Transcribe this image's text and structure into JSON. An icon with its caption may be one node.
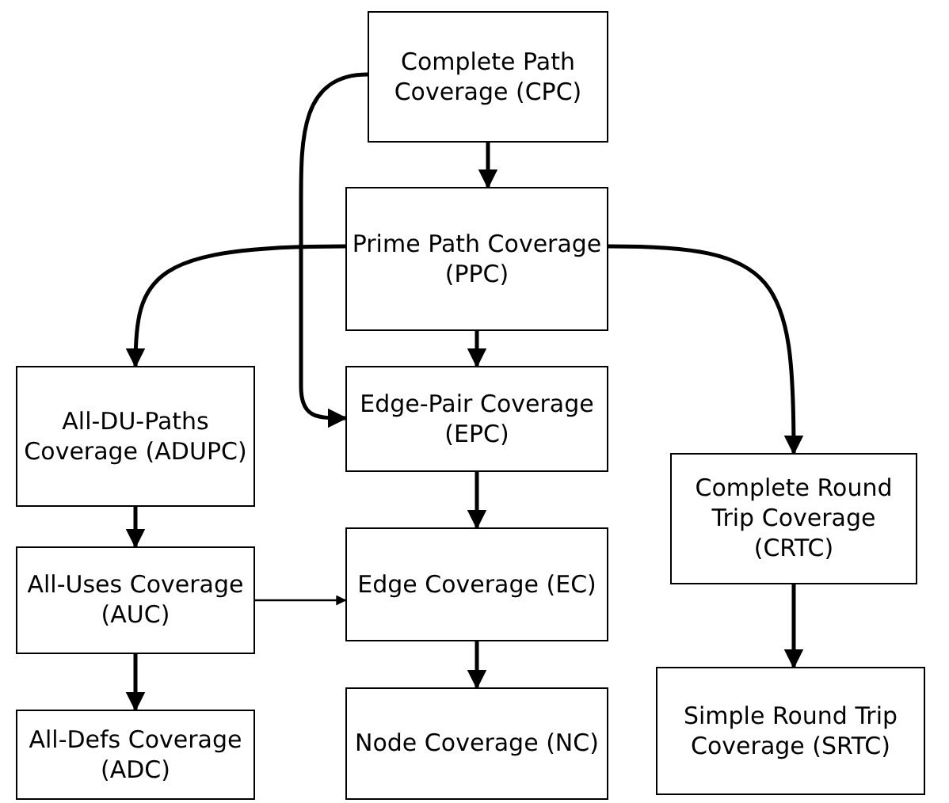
{
  "diagram": {
    "nodes": [
      {
        "text": [
          "Complete Path Coverage (CPC)"
        ]
      },
      {
        "text": [
          "Prime Path Coverage (PPC)"
        ]
      },
      {
        "text": [
          "All-DU-Paths Coverage (ADUPC)"
        ]
      },
      {
        "text": [
          "Edge-Pair Coverage (EPC)"
        ]
      },
      {
        "text": [
          "Complete Round Trip Coverage (CRTC)"
        ]
      },
      {
        "text": [
          "All-Uses Coverage (AUC)"
        ]
      },
      {
        "text": [
          "Edge Coverage (EC)"
        ]
      },
      {
        "text": [
          "All-Defs Coverage (ADC)"
        ]
      },
      {
        "text": [
          "Simple Round Trip Coverage (SRTC)"
        ]
      },
      {
        "text": [
          "Node Coverage (NC)"
        ]
      }
    ],
    "edges": [
      {
        "from": 0,
        "to": 1,
        "arrow": "to"
      },
      {
        "from": 0,
        "to": 3,
        "arrow": "to"
      },
      {
        "from": 1,
        "to": 2,
        "arrow": "to"
      },
      {
        "from": 1,
        "to": 3,
        "arrow": "to"
      },
      {
        "from": 1,
        "to": 4,
        "arrow": "to"
      },
      {
        "from": 2,
        "to": 5,
        "arrow": "to"
      },
      {
        "from": 5,
        "to": 6,
        "arrow": "to"
      },
      {
        "from": 3,
        "to": 6,
        "arrow": "to"
      },
      {
        "from": 5,
        "to": 7,
        "arrow": "to"
      },
      {
        "from": 4,
        "to": 8,
        "arrow": "to"
      },
      {
        "from": 6,
        "to": 9,
        "arrow": "to"
      }
    ]
  }
}
